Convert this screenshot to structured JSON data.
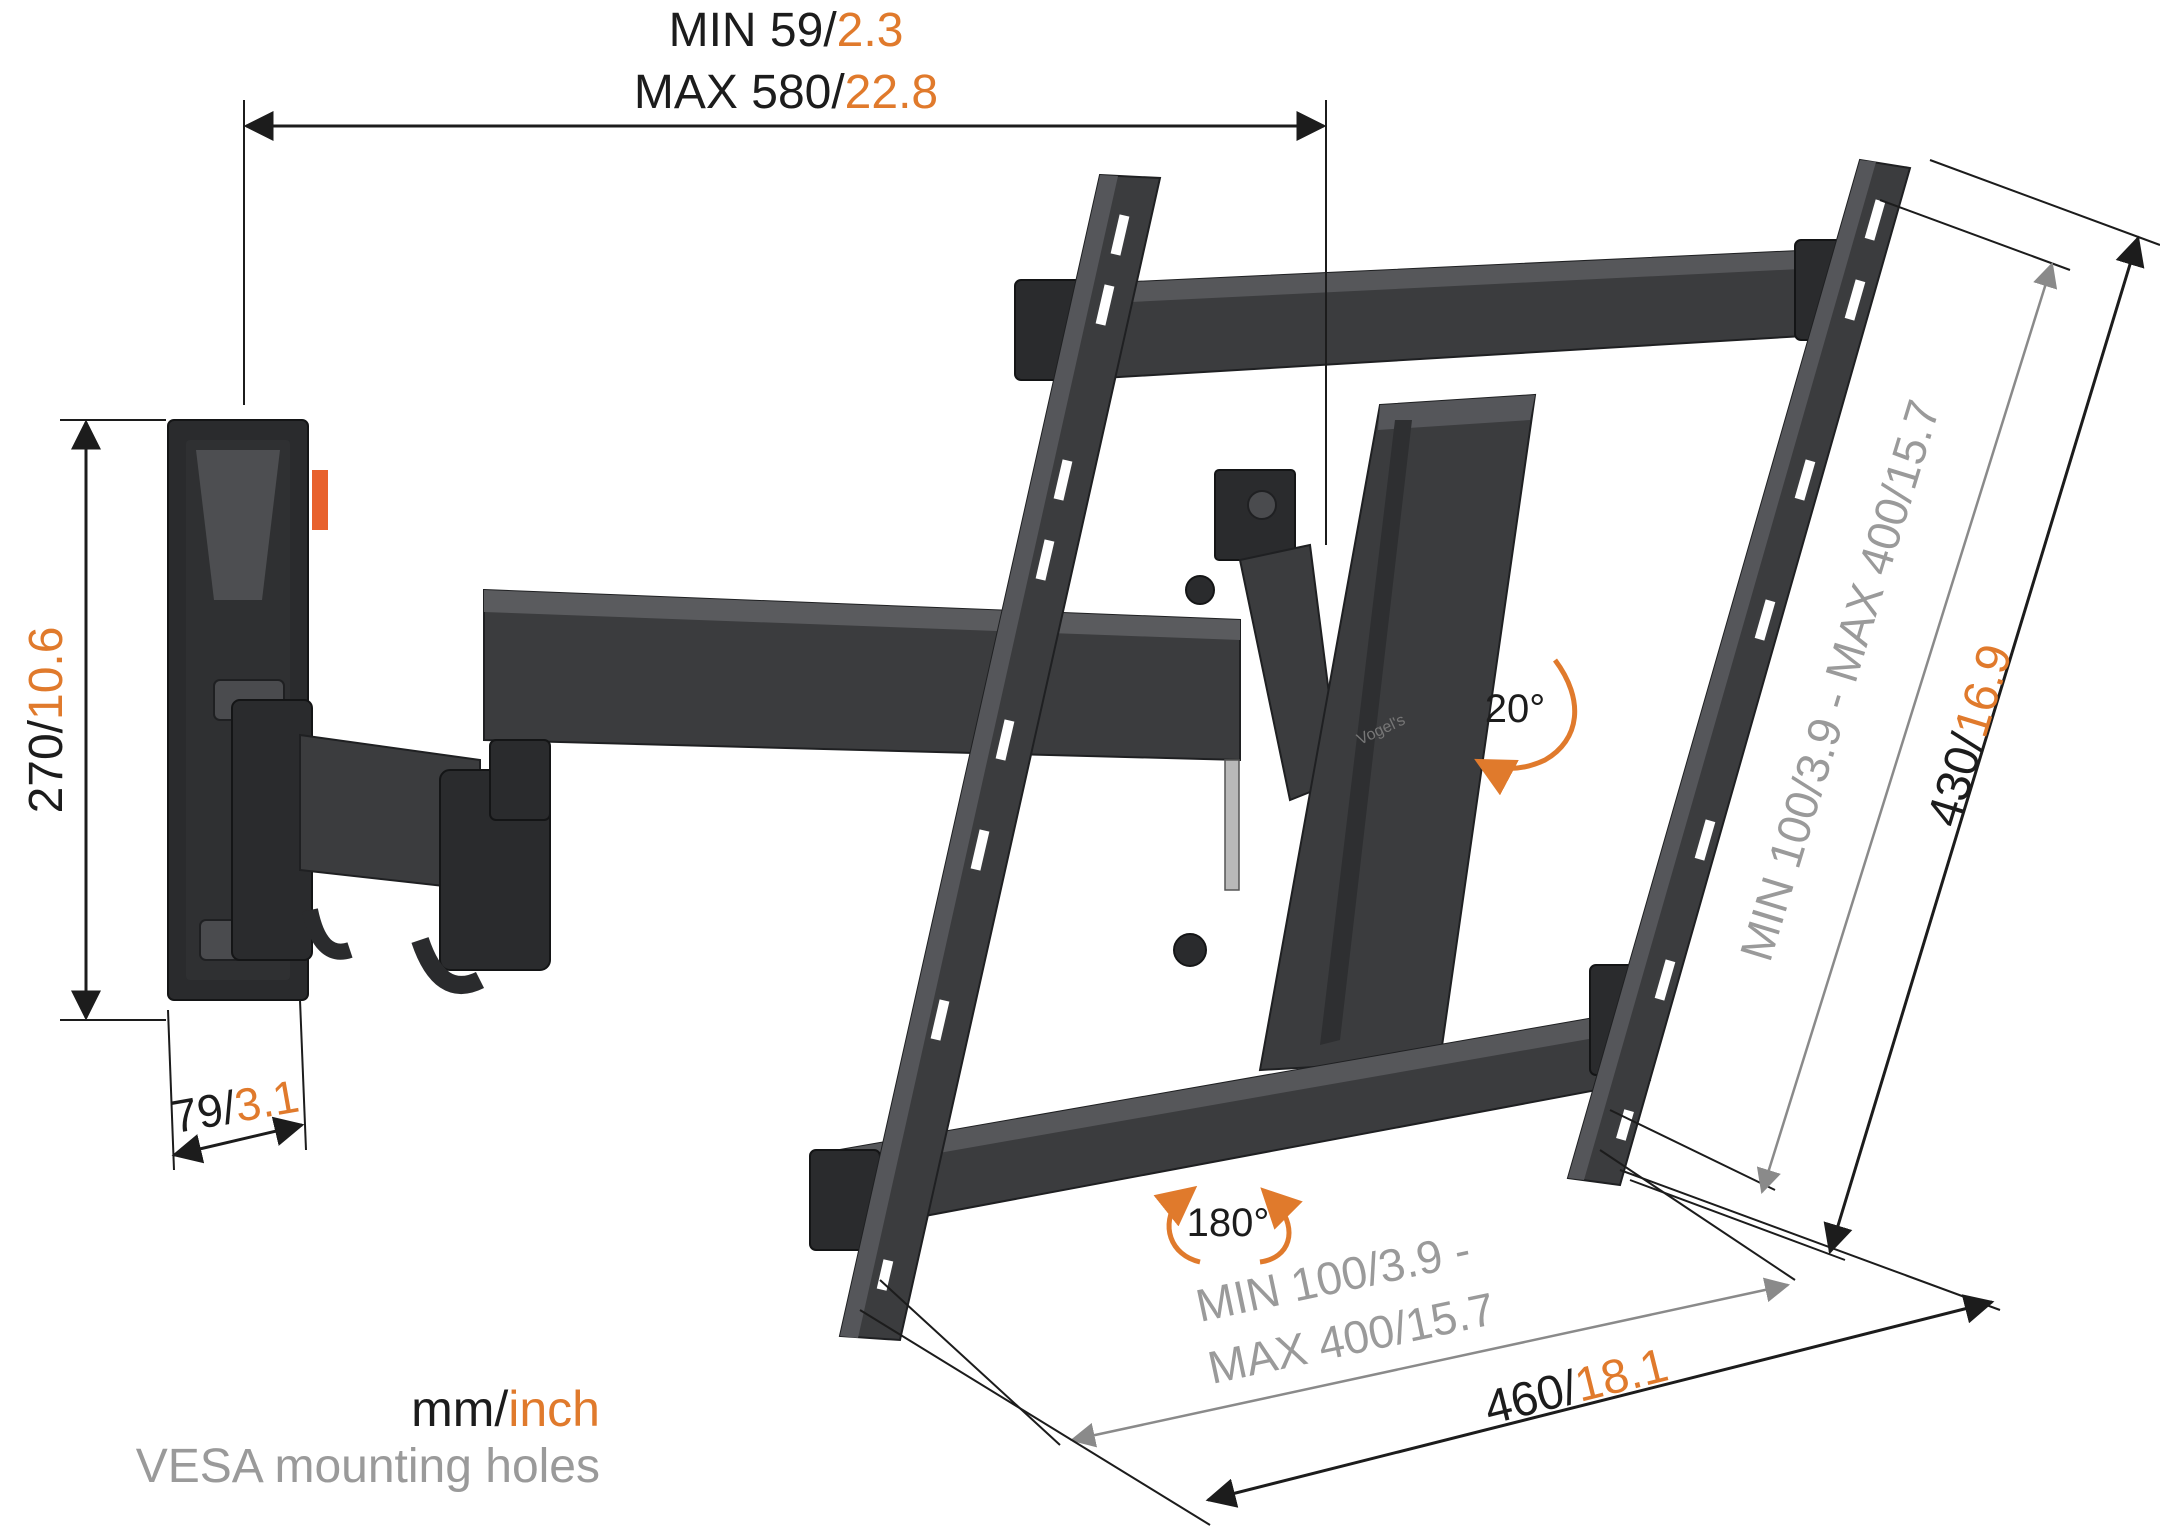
{
  "colors": {
    "text_dark": "#1c1c1c",
    "accent_orange": "#e07a2c",
    "text_gray": "#9a9a9a",
    "metal": "#3b3c3e",
    "wall_plate_tab": "#e8612c"
  },
  "dimensions": {
    "arm_extension": {
      "min_mm": "MIN 59/",
      "min_inch": "2.3",
      "max_mm": "MAX 580/",
      "max_inch": "22.8"
    },
    "wall_plate_height": {
      "mm": "270/",
      "inch": "10.6"
    },
    "wall_plate_width": {
      "mm": "79/",
      "inch": "3.1"
    },
    "interface_height": {
      "mm": "430/",
      "inch": "16.9"
    },
    "interface_width": {
      "mm": "460/",
      "inch": "18.1"
    },
    "vesa_vertical": "MIN 100/3.9 - MAX 400/15.7",
    "vesa_horizontal": {
      "line1": "MIN 100/3.9 -",
      "line2": "MAX 400/15.7"
    }
  },
  "rotations": {
    "tilt": "20°",
    "swivel": "180°"
  },
  "legend": {
    "units_mm": "mm/",
    "units_inch": "inch",
    "vesa_note": "VESA mounting holes"
  },
  "brand_mark": "Vogel's"
}
